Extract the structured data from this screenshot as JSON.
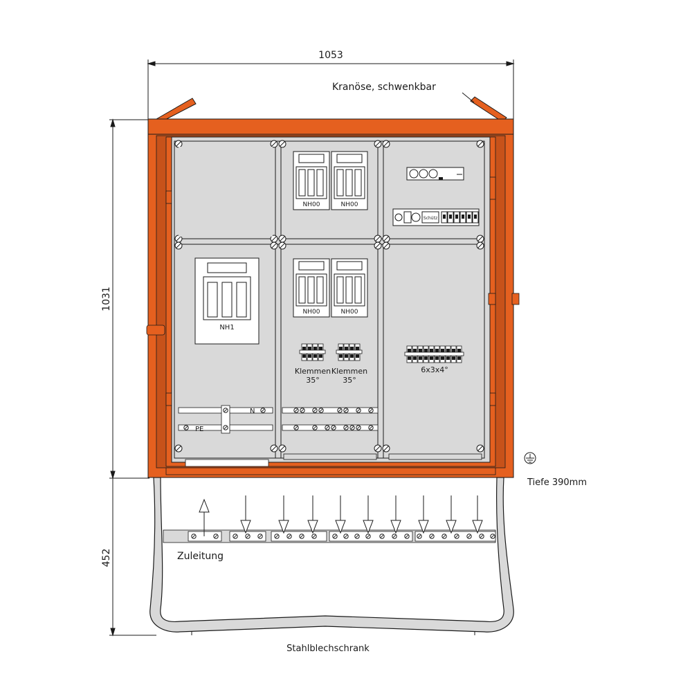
{
  "dimensions": {
    "width": "1053",
    "height_cabinet": "1031",
    "height_base": "452"
  },
  "labels": {
    "crane_eye": "Kranöse, schwenkbar",
    "depth": "Tiefe 390mm",
    "feed": "Zuleitung",
    "cabinet_type": "Stahlblechschrank"
  },
  "components": {
    "fuse_nh00": "NH00",
    "fuse_nh1": "NH1",
    "terminal_1_name": "Klemmen",
    "terminal_1_size": "35°",
    "terminal_2_name": "Klemmen",
    "terminal_2_size": "35°",
    "terminal_block": "6x3x4°",
    "busbar_n": "N",
    "busbar_pe": "PE",
    "contactor": "Schütz"
  },
  "colors": {
    "housing": "#e5601f",
    "housing_dark": "#9a3a10",
    "panel": "#d9d9d9",
    "base": "#d9d9d9",
    "line": "#1a1a1a"
  },
  "icons": {
    "ground": "earth-ground-symbol",
    "feed_arrow": "arrow-up",
    "outgoing_arrow": "arrow-down"
  }
}
